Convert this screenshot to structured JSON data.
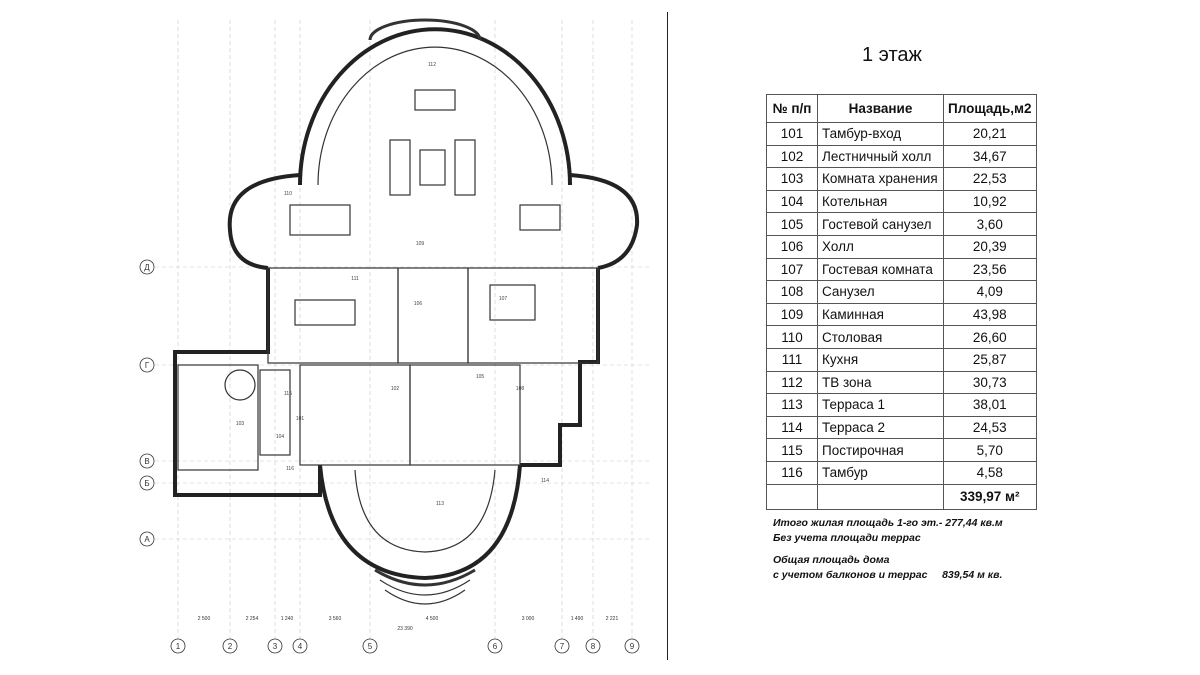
{
  "floor_title": "1 этаж",
  "table": {
    "headers": [
      "№ п/п",
      "Название",
      "Площадь,м2"
    ],
    "rows": [
      {
        "num": "101",
        "name": "Тамбур-вход",
        "area": "20,21"
      },
      {
        "num": "102",
        "name": "Лестничный холл",
        "area": "34,67"
      },
      {
        "num": "103",
        "name": "Комната хранения",
        "area": "22,53"
      },
      {
        "num": "104",
        "name": "Котельная",
        "area": "10,92"
      },
      {
        "num": "105",
        "name": "Гостевой санузел",
        "area": "3,60"
      },
      {
        "num": "106",
        "name": "Холл",
        "area": "20,39"
      },
      {
        "num": "107",
        "name": "Гостевая комната",
        "area": "23,56"
      },
      {
        "num": "108",
        "name": "Санузел",
        "area": "4,09"
      },
      {
        "num": "109",
        "name": "Каминная",
        "area": "43,98"
      },
      {
        "num": "110",
        "name": "Столовая",
        "area": "26,60"
      },
      {
        "num": "111",
        "name": "Кухня",
        "area": "25,87"
      },
      {
        "num": "112",
        "name": "ТВ зона",
        "area": "30,73"
      },
      {
        "num": "113",
        "name": "Терраса 1",
        "area": "38,01"
      },
      {
        "num": "114",
        "name": "Терраса 2",
        "area": "24,53"
      },
      {
        "num": "115",
        "name": "Постирочная",
        "area": "5,70"
      },
      {
        "num": "116",
        "name": "Тамбур",
        "area": "4,58"
      }
    ],
    "total": "339,97 м²"
  },
  "notes": {
    "line1": "Итого жилая площадь 1-го эт.- 277,44 кв.м",
    "line2": "Без учета площади террас",
    "line3": "Общая площадь дома",
    "line4": "с учетом балконов и террас",
    "line4_value": "839,54 м кв."
  },
  "plan": {
    "axis_numbers": [
      "1",
      "2",
      "3",
      "4",
      "5",
      "6",
      "7",
      "8",
      "9"
    ],
    "axis_letters": [
      "Д",
      "Г",
      "В",
      "Б",
      "А"
    ],
    "dims_bottom": [
      "2 500",
      "2 254",
      "1 240",
      "3 560",
      "4 500",
      "3 000",
      "1 490",
      "2 221"
    ],
    "overall_dim": "23 390",
    "room_labels": [
      "101",
      "102",
      "103",
      "104",
      "105",
      "106",
      "107",
      "108",
      "109",
      "110",
      "111",
      "112",
      "113",
      "114",
      "115",
      "116"
    ]
  }
}
